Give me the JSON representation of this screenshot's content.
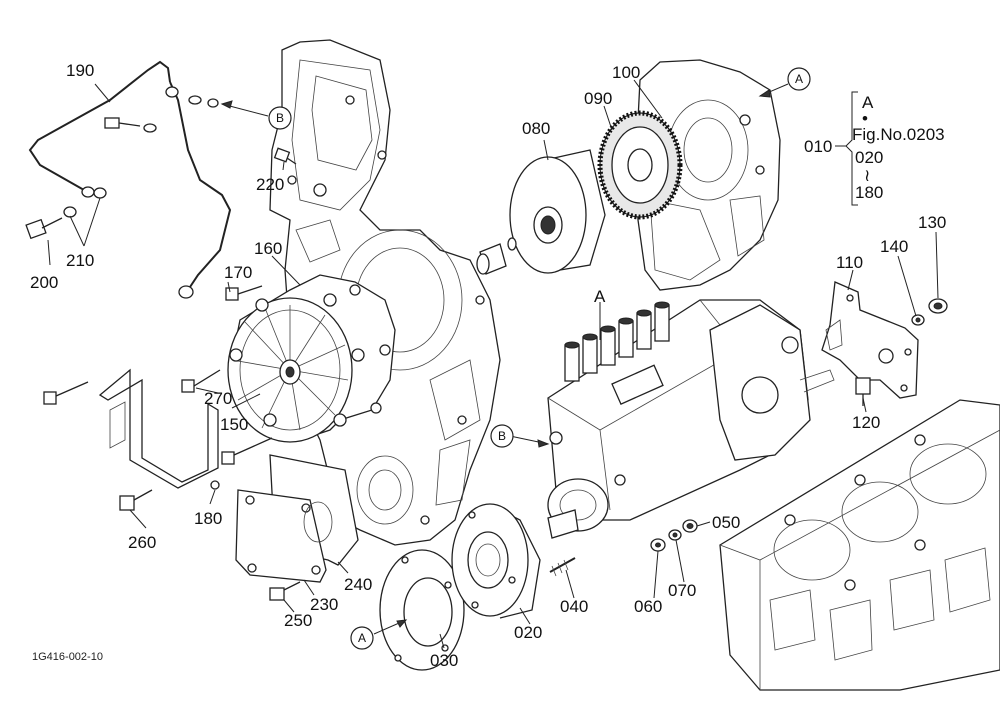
{
  "figure": {
    "code": "1G416-002-10",
    "callouts": {
      "p010": "010",
      "p020": "020",
      "p030": "030",
      "p040": "040",
      "p050": "050",
      "p060": "060",
      "p070": "070",
      "p080": "080",
      "p090": "090",
      "p100": "100",
      "p110": "110",
      "p120": "120",
      "p130": "130",
      "p140": "140",
      "p150": "150",
      "p160": "160",
      "p170": "170",
      "p180": "180",
      "p190": "190",
      "p200": "200",
      "p210": "210",
      "p220": "220",
      "p230": "230",
      "p240": "240",
      "p250": "250",
      "p260": "260",
      "p270": "270"
    },
    "refs": {
      "a": "A",
      "b": "B"
    },
    "bracket_note": {
      "marker": "A",
      "dot": "•",
      "fig": "Fig.No.0203",
      "from": "020",
      "tilde": "≀",
      "to": "180"
    },
    "pump_marker": "A"
  }
}
